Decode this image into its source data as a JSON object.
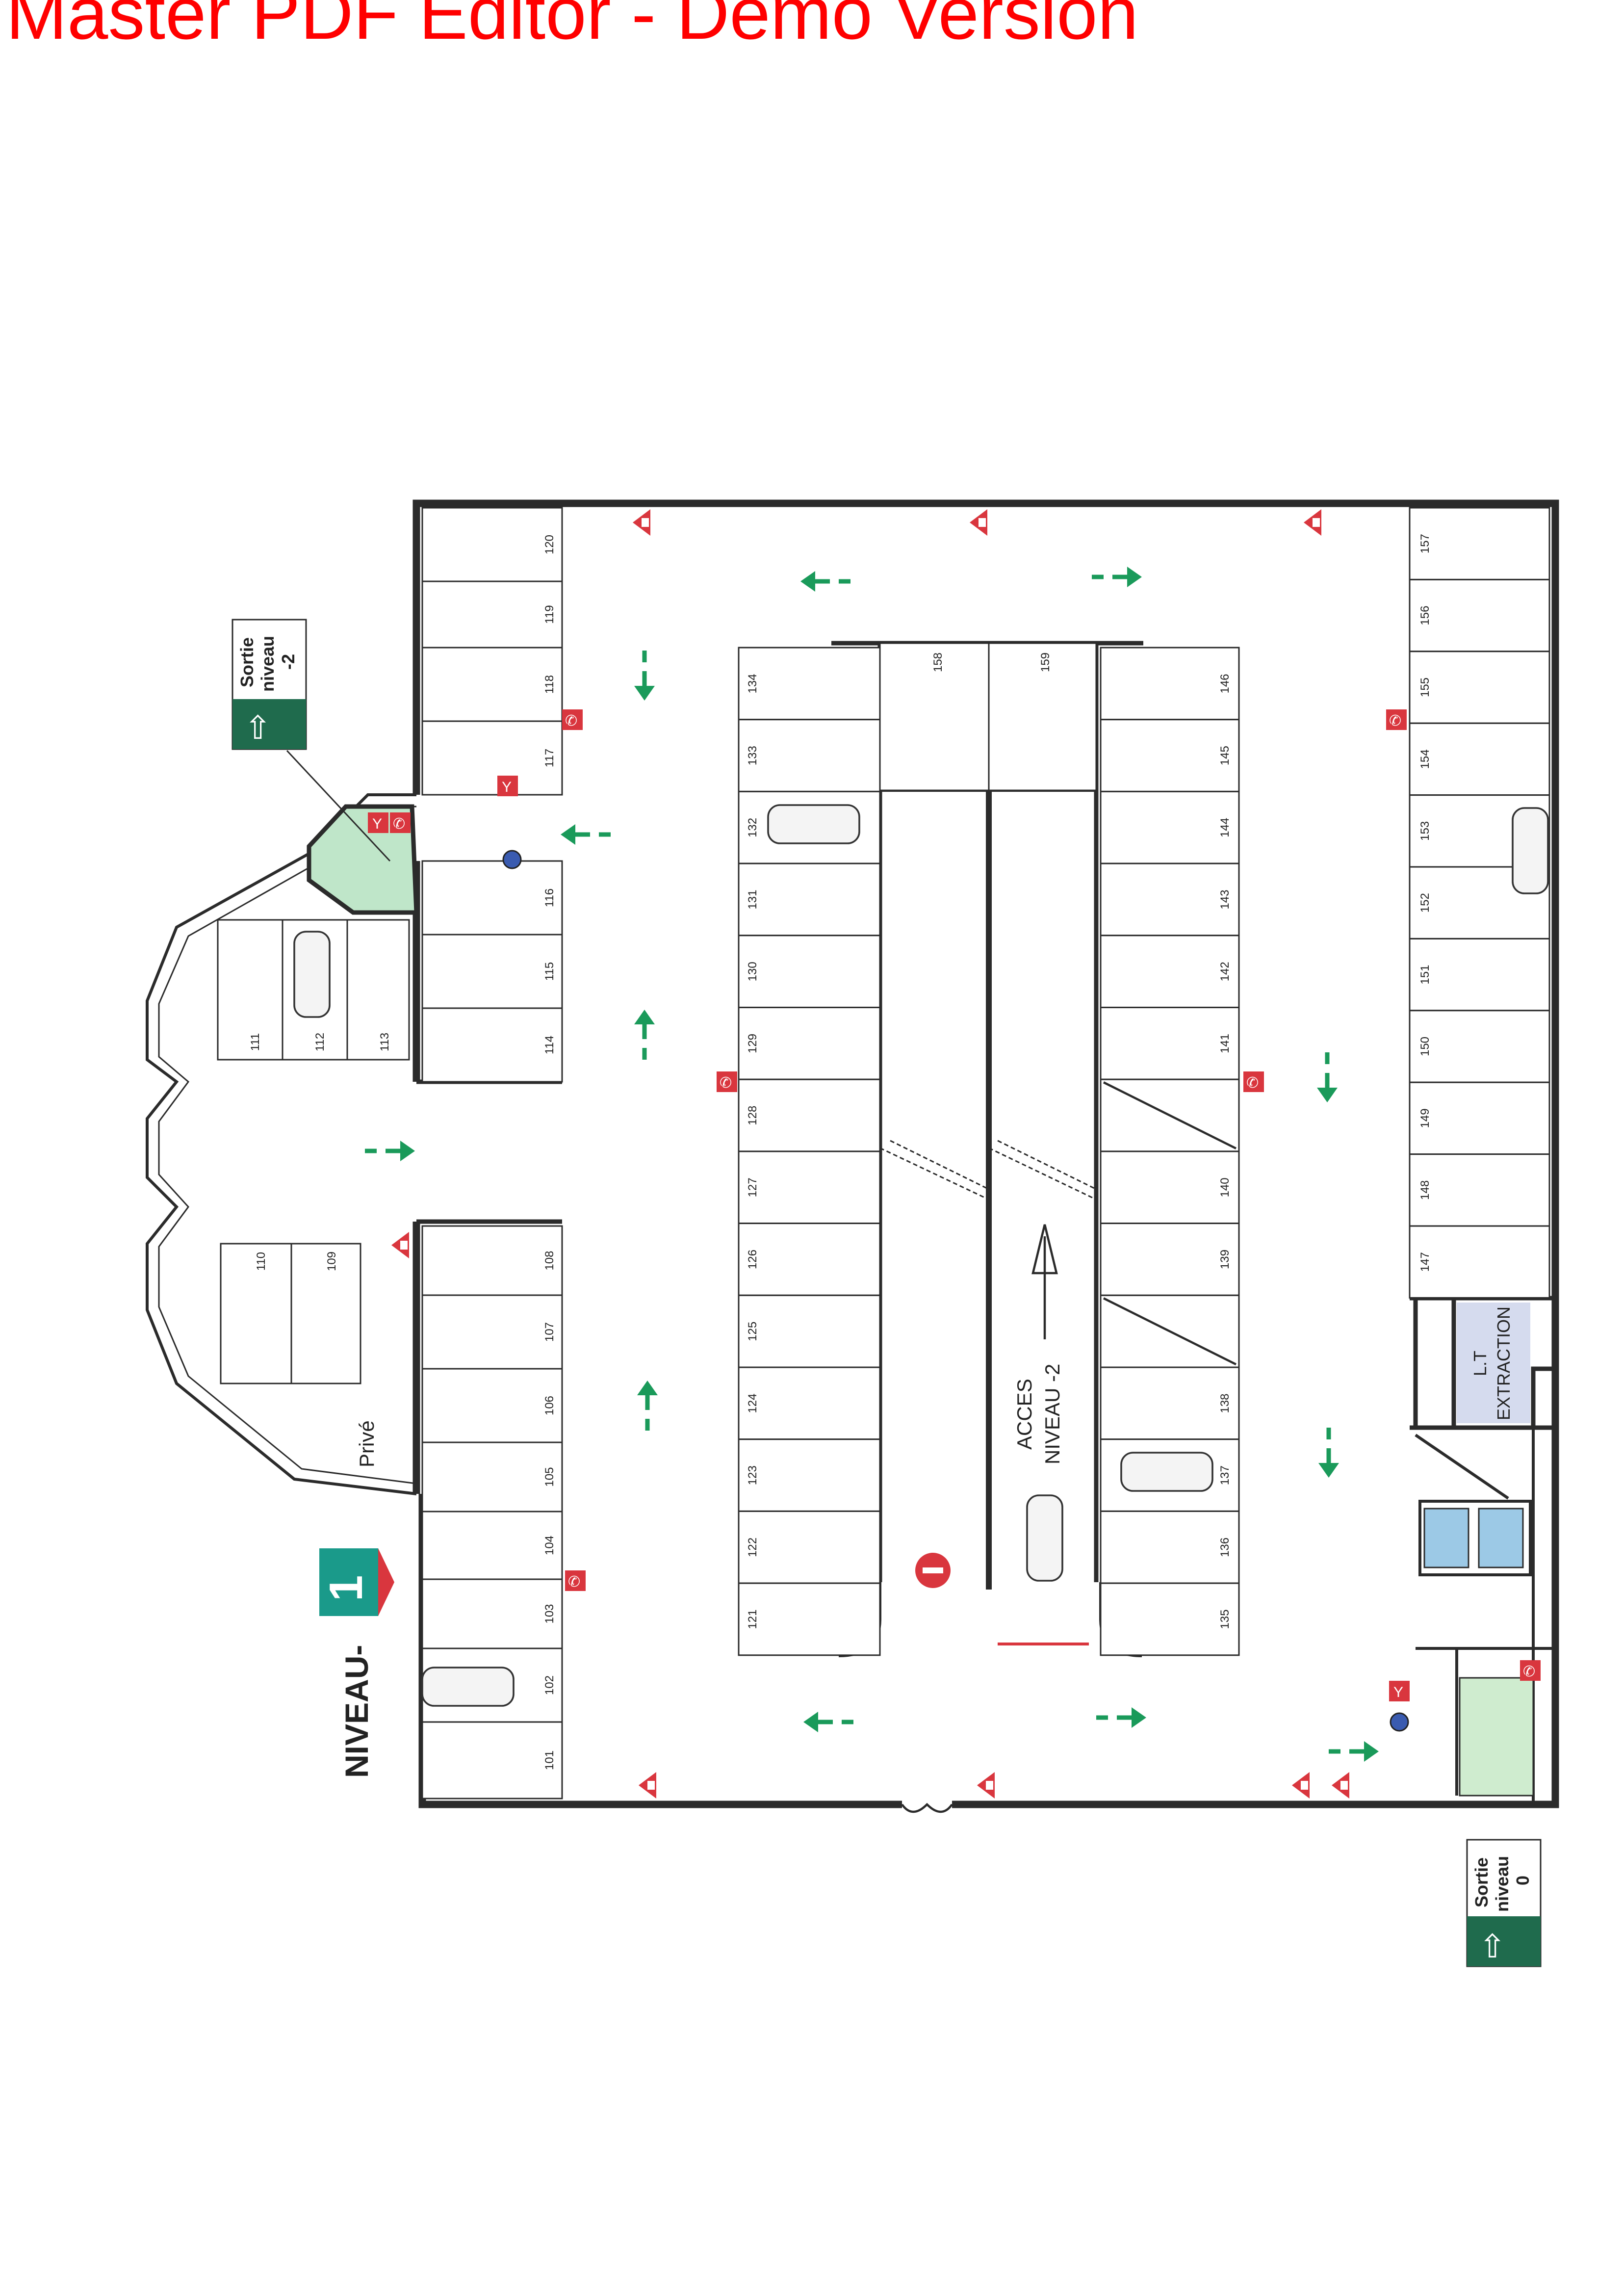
{
  "header": {
    "title": "Master PDF Editor - Demo Version"
  },
  "colors": {
    "wall": "#2b2b2b",
    "safety_red": "#d9363e",
    "exit_green": "#1a9a5a",
    "sign_green": "#1f6b4d",
    "extraction_blue": "#d5dbee",
    "stair_green": "#bfe6c9"
  },
  "spaces": {
    "left_column": [
      "120",
      "119",
      "118",
      "117",
      "116",
      "115",
      "114",
      "108",
      "107",
      "106",
      "105",
      "104",
      "103",
      "102",
      "101"
    ],
    "center_left_column": [
      "134",
      "133",
      "132",
      "131",
      "130",
      "129",
      "128",
      "127",
      "126",
      "125",
      "124",
      "123",
      "122",
      "121"
    ],
    "center_right_column": [
      "146",
      "145",
      "144",
      "143",
      "142",
      "141",
      "",
      "140",
      "139",
      "",
      "138",
      "137",
      "136",
      "135"
    ],
    "right_column": [
      "157",
      "156",
      "155",
      "154",
      "153",
      "152",
      "151",
      "150",
      "149",
      "148",
      "147"
    ],
    "ramp_top": [
      "158",
      "159"
    ],
    "left_wing_upper": [
      "111",
      "112",
      "113"
    ],
    "left_wing_lower": [
      "110",
      "109"
    ]
  },
  "rooms": {
    "private": "Privé",
    "extraction_line1": "L.T",
    "extraction_line2": "EXTRACTION"
  },
  "ramp": {
    "line1": "ACCES",
    "line2": "NIVEAU -2"
  },
  "level": {
    "label": "NIVEAU-",
    "number": "1"
  },
  "signs": {
    "exit_minus2": {
      "line1": "Sortie",
      "line2": "niveau",
      "line3": "-2"
    },
    "exit_0": {
      "line1": "Sortie",
      "line2": "niveau",
      "line3": "0"
    }
  },
  "icons": [
    "warning-triangle-icon",
    "phone-icon",
    "fire-extinguisher-icon",
    "exit-arrow-icon",
    "no-entry-icon",
    "car-icon",
    "alarm-button-icon"
  ]
}
